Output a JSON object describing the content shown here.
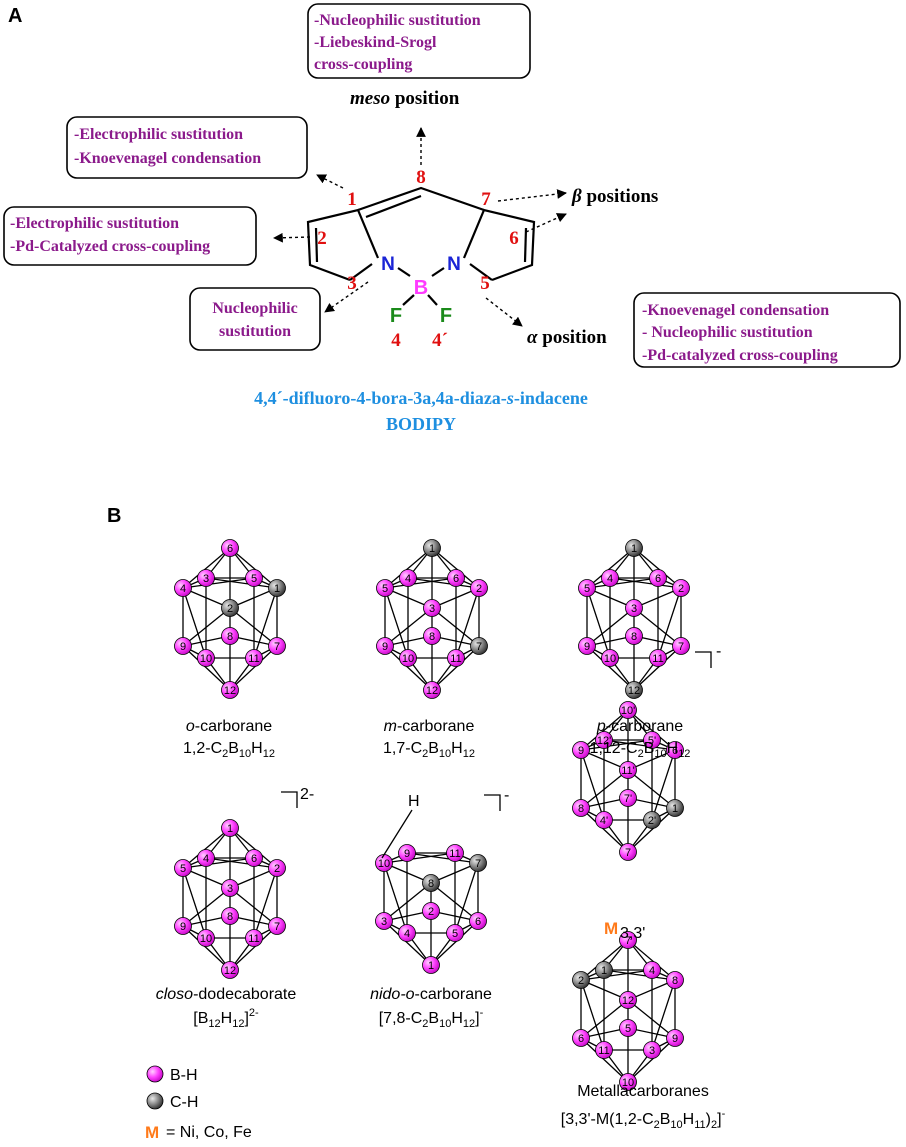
{
  "panel_a": {
    "label": "A",
    "meso_box": [
      "-Nucleophilic sustitution",
      "-Liebeskind-Srogl",
      "cross-coupling"
    ],
    "meso_title_it": "meso",
    "meso_title_rest": " position",
    "box_1": [
      "-Electrophilic sustitution",
      "-Knoevenagel condensation"
    ],
    "box_2": [
      "-Electrophilic sustitution",
      "-Pd-Catalyzed cross-coupling"
    ],
    "box_3": [
      "Nucleophilic",
      "sustitution"
    ],
    "box_alpha": [
      "-Knoevenagel condensation",
      "- Nucleophilic sustitution",
      "-Pd-catalyzed cross-coupling"
    ],
    "beta_sym": "β",
    "beta_label": " positions",
    "alpha_sym": "α",
    "alpha_label": " position",
    "numbers": {
      "n1": "1",
      "n2": "2",
      "n3": "3",
      "n4": "4",
      "n4p": "4´",
      "n5": "5",
      "n6": "6",
      "n7": "7",
      "n8": "8"
    },
    "atoms": {
      "N1": "N",
      "N2": "N",
      "B": "B",
      "F1": "F",
      "F2": "F"
    },
    "caption_pre": "4,4´-difluoro-4-bora-3a,4a-diaza-",
    "caption_it": "s",
    "caption_post": "-indacene",
    "caption_2": "BODIPY",
    "colors": {
      "purple": "#8b1a8b",
      "red": "#e01010",
      "blue_atom": "#1a24d6",
      "magenta": "#ff3bff",
      "green": "#1a8a1a",
      "caption": "#1e8fe0",
      "orange": "#ff7a1a",
      "gray": "#8a8a8a"
    }
  },
  "panel_b": {
    "label": "B",
    "ortho": {
      "it": "o",
      "name": "-carborane",
      "formula": [
        "1,2-C",
        "2",
        "B",
        "10",
        "H",
        "12"
      ]
    },
    "meta": {
      "it": "m",
      "name": "-carborane",
      "formula": [
        "1,7-C",
        "2",
        "B",
        "10",
        "H",
        "12"
      ]
    },
    "para": {
      "it": "p",
      "name": "-carborane",
      "formula": [
        "1,12-C",
        "2",
        "B",
        "10",
        "H",
        "12"
      ]
    },
    "closo": {
      "it": "closo",
      "name": "-dodecaborate",
      "formula": [
        "[B",
        "12",
        "H",
        "12",
        "]",
        "2-"
      ],
      "charge": "2-"
    },
    "nido": {
      "it": "nido-o",
      "name": "-carborane",
      "formula": [
        "[7,8-C",
        "2",
        "B",
        "10",
        "H",
        "12",
        "]",
        "-"
      ],
      "charge": "-",
      "h": "H"
    },
    "metalla": {
      "name": "Metallacarboranes",
      "formula": [
        "[3,3'-M(1,2-C",
        "2",
        "B",
        "10",
        "H",
        "11",
        ")",
        "2",
        "]",
        "-"
      ],
      "charge": "-",
      "m": "M",
      "m_sub": "3,3'"
    },
    "legend": {
      "bh": "B-H",
      "ch": "C-H",
      "m": "M",
      "m_text": "= Ni, Co, Fe"
    }
  }
}
